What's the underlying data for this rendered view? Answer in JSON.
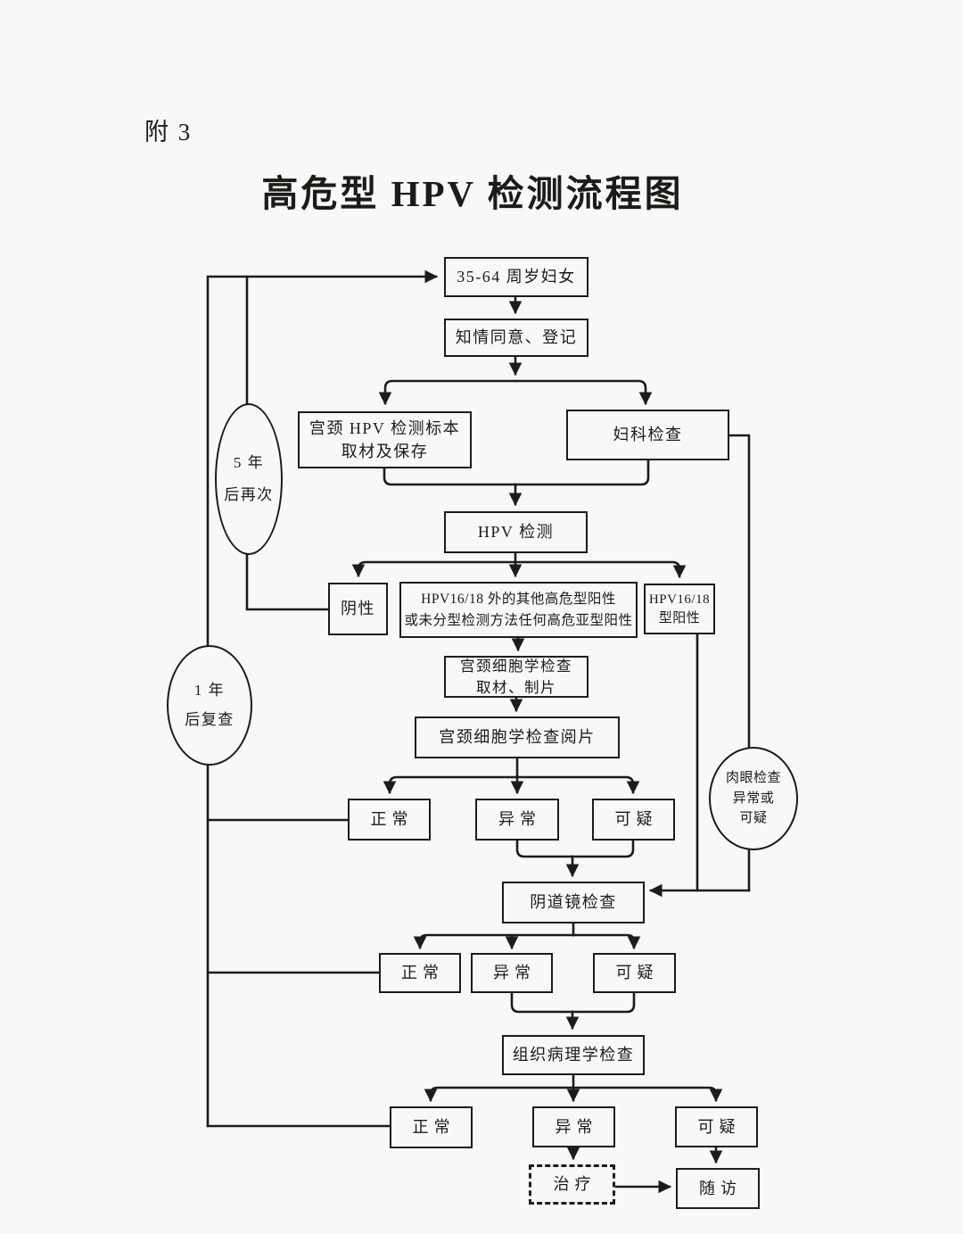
{
  "document": {
    "appendix": "附 3",
    "title": "高危型 HPV 检测流程图"
  },
  "colors": {
    "ink": "#1c1c1c",
    "paper": "#f8f8f6"
  },
  "nodes": {
    "women": {
      "label": "35-64 周岁妇女"
    },
    "consent": {
      "label": "知情同意、登记"
    },
    "specimen": {
      "line1": "宫颈 HPV 检测标本",
      "line2": "取材及保存"
    },
    "gyn_exam": {
      "label": "妇科检查"
    },
    "hpv_test": {
      "label": "HPV 检测"
    },
    "negative": {
      "label": "阴性"
    },
    "other_positive": {
      "line1": "HPV16/18 外的其他高危型阳性",
      "line2": "或未分型检测方法任何高危亚型阳性"
    },
    "hpv1618": {
      "line1": "HPV16/18",
      "line2": "型阳性"
    },
    "cyto_collect": {
      "line1": "宫颈细胞学检查",
      "line2": "取材、制片"
    },
    "cyto_read": {
      "label": "宫颈细胞学检查阅片"
    },
    "cyto_normal": {
      "label": "正常"
    },
    "cyto_abnormal": {
      "label": "异常"
    },
    "cyto_suspicious": {
      "label": "可疑"
    },
    "colposcopy": {
      "label": "阴道镜检查"
    },
    "colpo_normal": {
      "label": "正常"
    },
    "colpo_abnormal": {
      "label": "异常"
    },
    "colpo_suspicious": {
      "label": "可疑"
    },
    "histopathology": {
      "label": "组织病理学检查"
    },
    "histo_normal": {
      "label": "正常"
    },
    "histo_abnormal": {
      "label": "异常"
    },
    "histo_suspicious": {
      "label": "可疑"
    },
    "treatment": {
      "label": "治疗"
    },
    "follow_up": {
      "label": "随访"
    },
    "recheck_5yr": {
      "line1": "5 年",
      "line2": "后再次"
    },
    "recheck_1yr": {
      "line1": "1 年",
      "line2": "后复查"
    },
    "visual_abnormal": {
      "line1": "肉眼检查",
      "line2": "异常或",
      "line3": "可疑"
    }
  }
}
